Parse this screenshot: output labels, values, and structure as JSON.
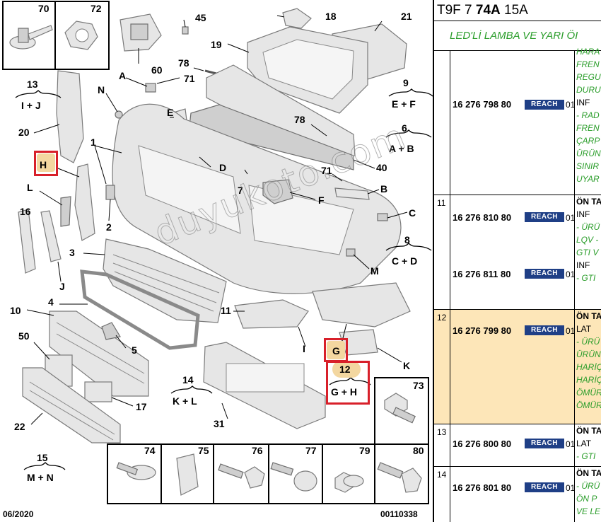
{
  "diagram": {
    "callouts": {
      "c70": "70",
      "c72": "72",
      "c45": "45",
      "c18": "18",
      "c21": "21",
      "c19": "19",
      "c60": "60",
      "c78a": "78",
      "c71a": "71",
      "cA": "A",
      "c13": "13",
      "c13s": "I + J",
      "c9": "9",
      "c9s": "E + F",
      "cN": "N",
      "cE": "E",
      "c20": "20",
      "c1": "1",
      "c78b": "78",
      "c6": "6",
      "c6s": "A + B",
      "cD": "D",
      "c40": "40",
      "cH": "H",
      "c71b": "71",
      "cL": "L",
      "cB": "B",
      "c16": "16",
      "c2": "2",
      "c7": "7",
      "cF": "F",
      "cC": "C",
      "c8": "8",
      "c8s": "C + D",
      "c3": "3",
      "cM": "M",
      "cJ": "J",
      "c4": "4",
      "c10": "10",
      "c11": "11",
      "cI": "I",
      "c5": "5",
      "c50": "50",
      "cG": "G",
      "cK": "K",
      "c12": "12",
      "c12s": "G + H",
      "c73": "73",
      "c14": "14",
      "c14s": "K + L",
      "c17": "17",
      "c31": "31",
      "c22": "22",
      "c15": "15",
      "c15s": "M + N",
      "c74": "74",
      "c75": "75",
      "c76": "76",
      "c77": "77",
      "c79": "79",
      "c80": "80"
    },
    "date": "06/2020",
    "ref": "00110338",
    "watermark": "duyukoto.com"
  },
  "table": {
    "header_prefix": "T9F 7",
    "header_bold": "74A",
    "header_suffix": "15A",
    "subtitle": "LED'Lİ LAMBA VE YARI ÖI",
    "reach_label": "REACH",
    "rows": [
      {
        "item": "",
        "parts": [
          {
            "pn": "16 276 798 80",
            "qty": "01"
          }
        ],
        "desc": [
          {
            "t": "HARA",
            "s": "g"
          },
          {
            "t": "FREN",
            "s": "g"
          },
          {
            "t": "REGU",
            "s": "g"
          },
          {
            "t": "DURU",
            "s": "g"
          },
          {
            "t": "INF",
            "s": "k"
          },
          {
            "t": "- RAD",
            "s": "g"
          },
          {
            "t": "FREN",
            "s": "g"
          },
          {
            "t": "ÇARP",
            "s": "g"
          },
          {
            "t": "ÜRÜN",
            "s": "g"
          },
          {
            "t": "SINIR",
            "s": "g"
          },
          {
            "t": "UYAR",
            "s": "g"
          }
        ]
      },
      {
        "item": "11",
        "parts": [
          {
            "pn": "16 276 810 80",
            "qty": "01"
          },
          {
            "pn": "16 276 811 80",
            "qty": "01"
          }
        ],
        "desc": [
          {
            "t": "ÖN TA",
            "s": "kb"
          },
          {
            "t": "INF",
            "s": "k"
          },
          {
            "t": "- ÜRÜ",
            "s": "g"
          },
          {
            "t": "LQV -",
            "s": "g"
          },
          {
            "t": "GTI V",
            "s": "g"
          },
          {
            "t": "INF",
            "s": "k"
          },
          {
            "t": "- GTI",
            "s": "g"
          }
        ]
      },
      {
        "item": "12",
        "parts": [
          {
            "pn": "16 276 799 80",
            "qty": "01"
          }
        ],
        "desc": [
          {
            "t": "ÖN TA",
            "s": "kb"
          },
          {
            "t": "LAT",
            "s": "k"
          },
          {
            "t": "- ÜRÜ",
            "s": "g"
          },
          {
            "t": "ÜRÜN",
            "s": "g"
          },
          {
            "t": "HARİÇ",
            "s": "g"
          },
          {
            "t": "HARİÇ",
            "s": "g"
          },
          {
            "t": "ÖMÜR",
            "s": "g"
          },
          {
            "t": "ÖMÜR",
            "s": "g"
          }
        ]
      },
      {
        "item": "13",
        "parts": [
          {
            "pn": "16 276 800 80",
            "qty": "01"
          }
        ],
        "desc": [
          {
            "t": "ÖN TA",
            "s": "kb"
          },
          {
            "t": "LAT",
            "s": "k"
          },
          {
            "t": "- GTI",
            "s": "g"
          }
        ]
      },
      {
        "item": "14",
        "parts": [
          {
            "pn": "16 276 801 80",
            "qty": "01"
          }
        ],
        "desc": [
          {
            "t": "ÖN TA",
            "s": "kb"
          },
          {
            "t": "- ÜRÜ",
            "s": "g"
          },
          {
            "t": "ÖN P",
            "s": "g"
          },
          {
            "t": "VE LE",
            "s": "g"
          }
        ]
      }
    ]
  },
  "colors": {
    "highlight_box": "#d8202a",
    "highlight_fill": "#f3d7a0",
    "row_highlight": "#fde6b8",
    "reach_badge": "#1f3f86",
    "green_text": "#2a9d2a"
  }
}
